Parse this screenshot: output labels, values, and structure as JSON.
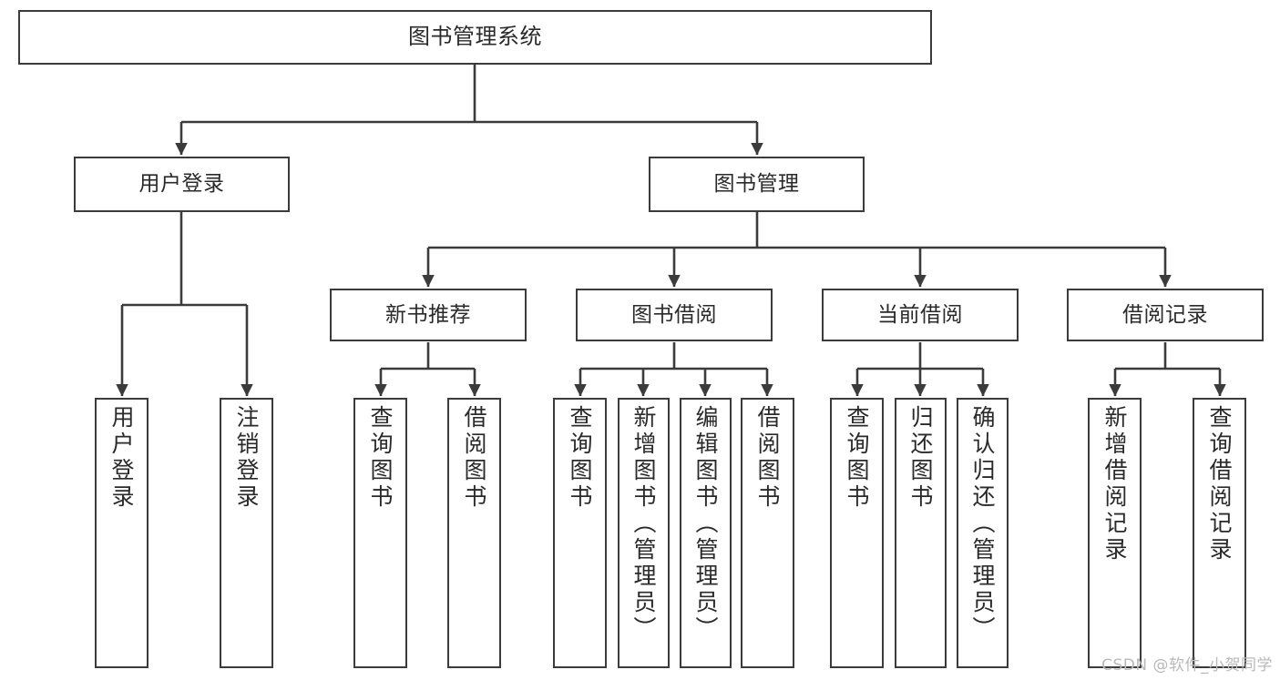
{
  "diagram": {
    "title": "图书管理系统",
    "type": "tree-hierarchy-diagram",
    "watermark": "CSDN @软件_小贺同学",
    "colors": {
      "background": "#ffffff",
      "box_border": "#3b3b3b",
      "box_fill": "#ffffff",
      "text": "#2a2a2a",
      "connector": "#3b3b3b",
      "watermark": "#b9b9b9"
    },
    "root": {
      "label": "图书管理系统"
    },
    "level1": [
      {
        "label": "用户登录"
      },
      {
        "label": "图书管理"
      }
    ],
    "level2": [
      {
        "label": "新书推荐"
      },
      {
        "label": "图书借阅"
      },
      {
        "label": "当前借阅"
      },
      {
        "label": "借阅记录"
      }
    ],
    "leaves": {
      "user_login": [
        {
          "label": "用户登录"
        },
        {
          "label": "注销登录"
        }
      ],
      "new_book_recommend": [
        {
          "label": "查询图书"
        },
        {
          "label": "借阅图书"
        }
      ],
      "book_borrow": [
        {
          "label": "查询图书"
        },
        {
          "label": "新增图书（管理员）"
        },
        {
          "label": "编辑图书（管理员）"
        },
        {
          "label": "借阅图书"
        }
      ],
      "current_borrow": [
        {
          "label": "查询图书"
        },
        {
          "label": "归还图书"
        },
        {
          "label": "确认归还（管理员）"
        }
      ],
      "borrow_record": [
        {
          "label": "新增借阅记录"
        },
        {
          "label": "查询借阅记录"
        }
      ]
    }
  }
}
